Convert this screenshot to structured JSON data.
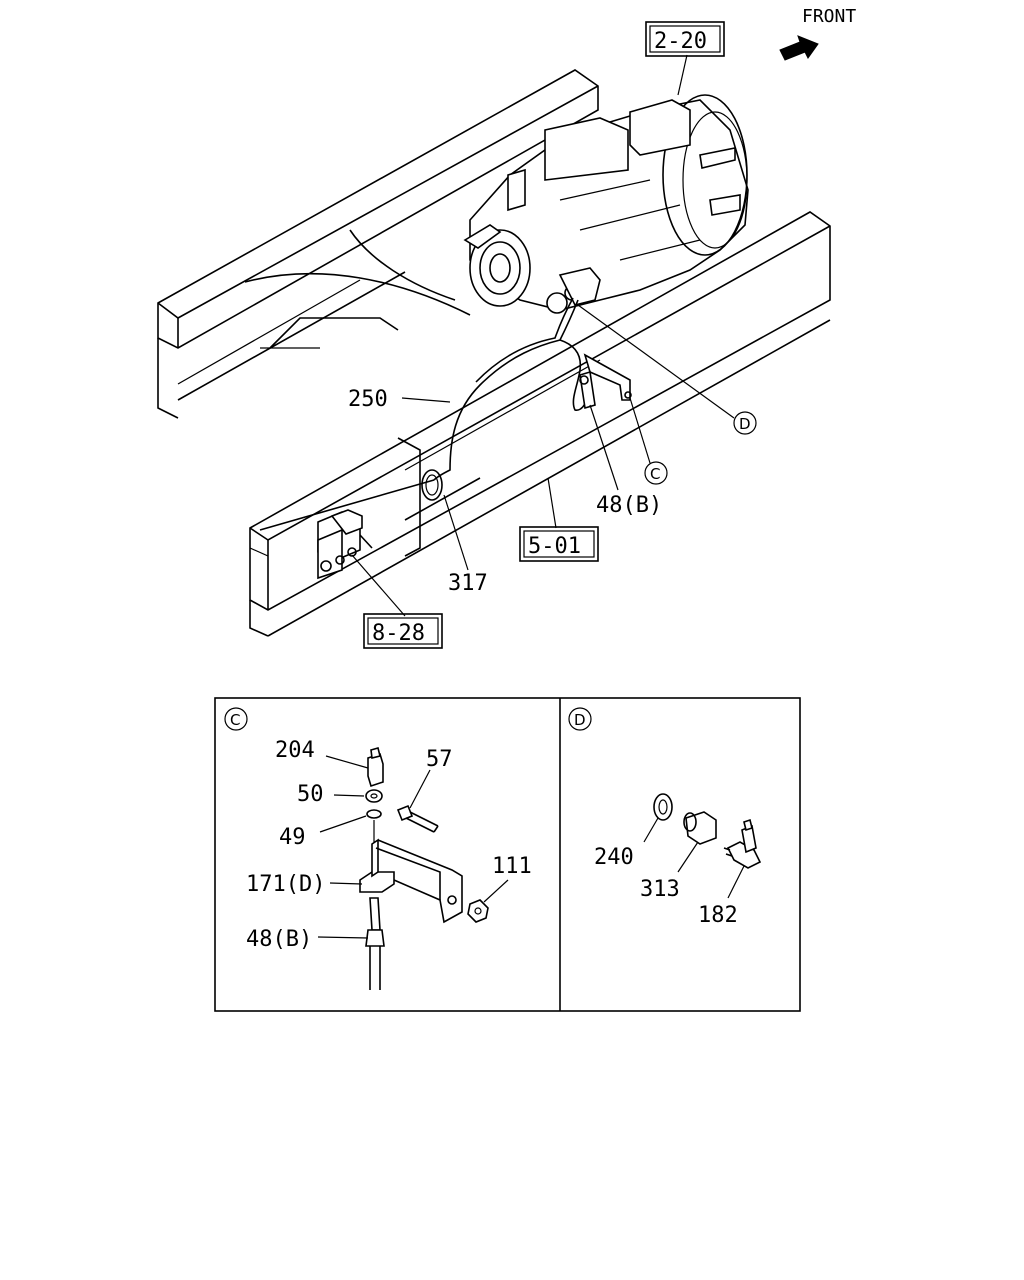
{
  "header": {
    "front_label": "FRONT"
  },
  "callouts": {
    "ref_2_20": "2-20",
    "ref_5_01": "5-01",
    "ref_8_28": "8-28",
    "p250": "250",
    "p317": "317",
    "p48b": "48(B)",
    "detail_c": "C",
    "detail_d": "D"
  },
  "panel_c": {
    "title": "C",
    "p204": "204",
    "p50": "50",
    "p49": "49",
    "p57": "57",
    "p171d": "171(D)",
    "p111": "111",
    "p48b": "48(B)"
  },
  "panel_d": {
    "title": "D",
    "p240": "240",
    "p313": "313",
    "p182": "182"
  }
}
